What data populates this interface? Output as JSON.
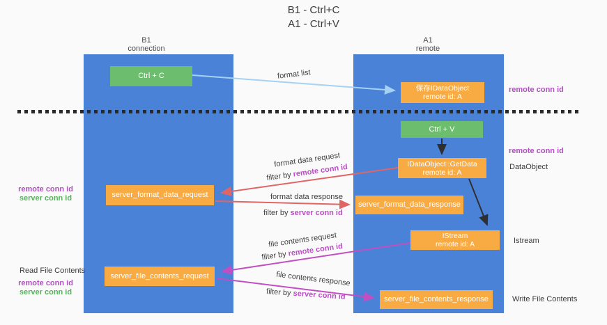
{
  "title": {
    "line1": "B1 - Ctrl+C",
    "line2": "A1 - Ctrl+V"
  },
  "columns": {
    "left": {
      "name": "B1",
      "role": "connection"
    },
    "right": {
      "name": "A1",
      "role": "remote"
    }
  },
  "nodes": {
    "ctrl_c": "Ctrl + C",
    "ctrl_v": "Ctrl + V",
    "save_dataobject_line1": "保存IDataObject",
    "save_dataobject_line2": "remote id: A",
    "getdata_line1": "IDataObject::GetData",
    "getdata_line2": "remote id: A",
    "istream_line1": "IStream",
    "istream_line2": "remote id: A",
    "server_format_data_request": "server_format_data_request",
    "server_format_data_response": "server_format_data_response",
    "server_file_contents_request": "server_file_contents_request",
    "server_file_contents_response": "server_file_contents_response"
  },
  "edge_labels": {
    "format_list": "format list",
    "format_data_request": "format data request",
    "format_data_response": "format data response",
    "file_contents_request": "file contents request",
    "file_contents_response": "file contents response",
    "filter_by": "filter by ",
    "remote_conn_id": "remote conn id",
    "server_conn_id": "server conn id"
  },
  "annotations": {
    "right_remote_conn_id_top": "remote conn id",
    "right_remote_conn_id_mid": "remote conn id",
    "right_dataobject": "DataObject",
    "right_istream": "Istream",
    "right_write_file_contents": "Write File Contents",
    "left_remote_conn_id_1": "remote conn id",
    "left_server_conn_id_1": "server conn id",
    "left_read_file_contents": "Read File Contents",
    "left_remote_conn_id_2": "remote conn id",
    "left_server_conn_id_2": "server conn id"
  },
  "colors": {
    "bg": "#fafafa",
    "blue": "#4a82d8",
    "green": "#6cbd6e",
    "orange": "#f9ab43",
    "purple": "#b04fc0",
    "magenta": "#bb4ec4",
    "greenlabel": "#56b45c",
    "arrow_blue": "#a5d2f3",
    "arrow_red": "#e06666",
    "arrow_magenta": "#c24fc2",
    "arrow_black": "#2f2f2f"
  }
}
